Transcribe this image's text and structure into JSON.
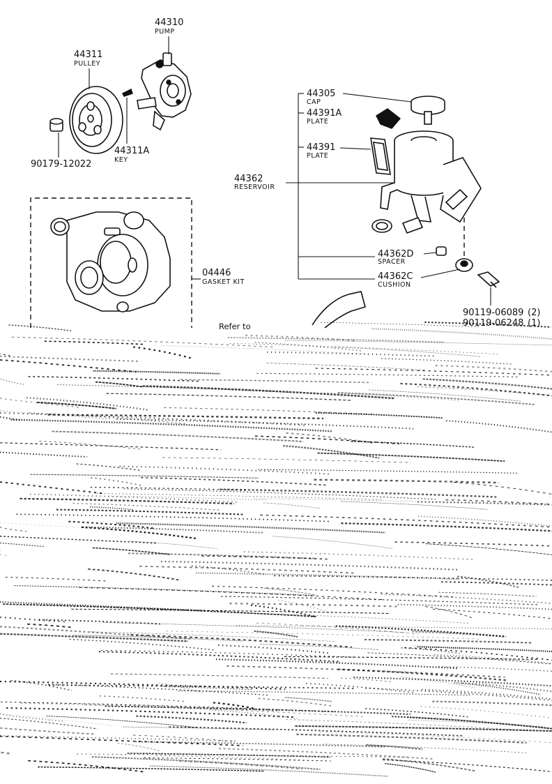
{
  "parts": [
    {
      "key": "pump",
      "number": "44310",
      "name": "PUMP"
    },
    {
      "key": "pulley",
      "number": "44311",
      "name": "PULLEY"
    },
    {
      "key": "nut",
      "number": "90179-12022",
      "name": ""
    },
    {
      "key": "key",
      "number": "44311A",
      "name": "KEY"
    },
    {
      "key": "gasket-kit",
      "number": "04446",
      "name": "GASKET KIT"
    },
    {
      "key": "cap",
      "number": "44305",
      "name": "CAP"
    },
    {
      "key": "plate-a",
      "number": "44391A",
      "name": "PLATE"
    },
    {
      "key": "plate",
      "number": "44391",
      "name": "PLATE"
    },
    {
      "key": "reservoir",
      "number": "44362",
      "name": "RESERVOIR"
    },
    {
      "key": "spacer",
      "number": "44362D",
      "name": "SPACER"
    },
    {
      "key": "cushion",
      "number": "44362C",
      "name": "CUSHION"
    }
  ],
  "bolts": [
    {
      "number": "90119-06089",
      "qty": "(2)"
    },
    {
      "number": "90119-06248",
      "qty": "(1)"
    }
  ],
  "reference_text": "Refer to"
}
